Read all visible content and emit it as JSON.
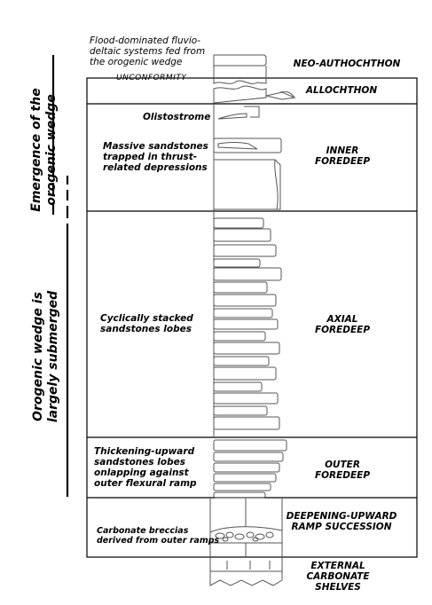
{
  "left_labels": {
    "emergence": [
      "Emergence of the",
      "orogenic wedge"
    ],
    "submerged": [
      "Orogenic wedge is",
      "largely submerged"
    ]
  },
  "unconformity_label": "UNCONFORMITY",
  "descriptions": {
    "flood": [
      "Flood-dominated fluvio-",
      "deltaic systems fed from",
      "the orogenic wedge"
    ],
    "olistostrome": [
      "Olistostrome"
    ],
    "massive": [
      "Massive sandstones",
      "trapped in thrust-",
      "related depressions"
    ],
    "cyclic": [
      "Cyclically stacked",
      "sandstones lobes"
    ],
    "thickening": [
      "Thickening-upward",
      "sandstones lobes",
      "onlapping against",
      "outer flexural ramp"
    ],
    "breccias": [
      "Carbonate breccias",
      "derived from outer ramps"
    ]
  },
  "units": {
    "neo": [
      "NEO-AUTHOCHTHON"
    ],
    "allochthon": [
      "ALLOCHTHON"
    ],
    "inner": [
      "INNER",
      "FOREDEEP"
    ],
    "axial": [
      "AXIAL",
      "FOREDEEP"
    ],
    "outer": [
      "OUTER",
      "FOREDEEP"
    ],
    "deepening": [
      "DEEPENING-UPWARD",
      "RAMP SUCCESSION"
    ],
    "external": [
      "EXTERNAL",
      "CARBONATE",
      "SHELVES"
    ]
  }
}
